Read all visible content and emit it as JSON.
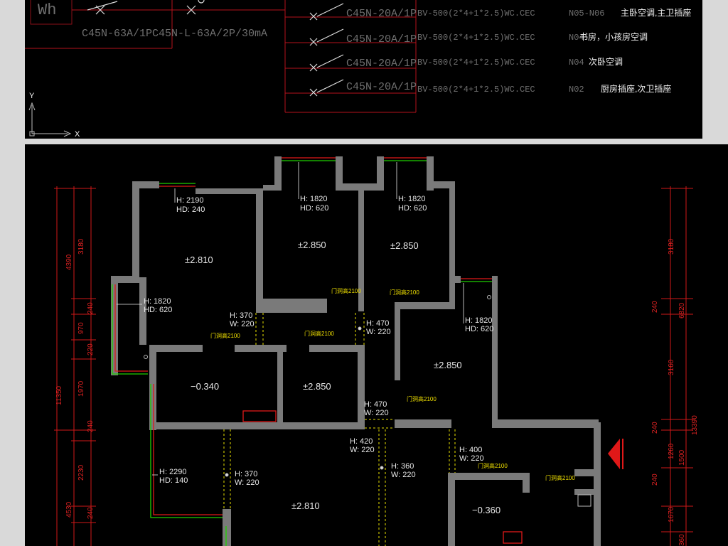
{
  "schematic": {
    "meter_label": "Wh",
    "main_breaker_label": "C45N-63A/1PC45N-L-63A/2P/30mA",
    "axis_y": "Y",
    "axis_x": "X",
    "circuits": [
      {
        "breaker": "C45N-20A/1P",
        "cable": "BV-500(2*4+1*2.5)WC.CEC",
        "circuit": "N05-N06",
        "desc": "主卧空调,主卫插座"
      },
      {
        "breaker": "C45N-20A/1P",
        "cable": "BV-500(2*4+1*2.5)WC.CEC",
        "circuit": "N04",
        "desc": "书房，小孩房空调"
      },
      {
        "breaker": "C45N-20A/1P",
        "cable": "BV-500(2*4+1*2.5)WC.CEC",
        "circuit": "N04",
        "desc": "次卧空调"
      },
      {
        "breaker": "C45N-20A/1P",
        "cable": "BV-500(2*4+1*2.5)WC.CEC",
        "circuit": "N02",
        "desc": "厨房插座,次卫插座"
      }
    ]
  },
  "plan": {
    "rooms": [
      {
        "id": "master",
        "level": "±2.810"
      },
      {
        "id": "bed2",
        "level": "±2.850"
      },
      {
        "id": "bed3",
        "level": "±2.850"
      },
      {
        "id": "bed4",
        "level": "±2.850"
      },
      {
        "id": "bath1",
        "level": "−0.340"
      },
      {
        "id": "closet",
        "level": "±2.850"
      },
      {
        "id": "living",
        "level": "±2.810"
      },
      {
        "id": "bath2",
        "level": "−0.360"
      }
    ],
    "windows": [
      {
        "id": "w1",
        "h": "H: 2190",
        "hd": "HD: 240"
      },
      {
        "id": "w2",
        "h": "H: 1820",
        "hd": "HD: 620"
      },
      {
        "id": "w3",
        "h": "H: 1820",
        "hd": "HD: 620"
      },
      {
        "id": "w4",
        "h": "H: 1820",
        "hd": "HD: 620"
      },
      {
        "id": "w5",
        "h": "H: 1820",
        "hd": "HD: 620"
      },
      {
        "id": "w6",
        "h": "H: 2290",
        "hd": "HD: 140"
      }
    ],
    "doors": [
      {
        "id": "d1",
        "h": "H: 370",
        "w": "W: 220"
      },
      {
        "id": "d2",
        "h": "H: 470",
        "w": "W: 220"
      },
      {
        "id": "d3",
        "h": "H: 470",
        "w": "W: 220"
      },
      {
        "id": "d4",
        "h": "H: 420",
        "w": "W: 220"
      },
      {
        "id": "d5",
        "h": "H: 370",
        "w": "W: 220"
      },
      {
        "id": "d6",
        "h": "H: 360",
        "w": "W: 220"
      },
      {
        "id": "d7",
        "h": "H: 400",
        "w": "W: 220"
      }
    ],
    "door_height_note": "门洞高2100",
    "dims_left_outer": [
      "4390",
      "11350",
      "4530"
    ],
    "dims_left_inner": [
      "3180",
      "240",
      "970",
      "220",
      "1970",
      "240",
      "2230",
      "240"
    ],
    "dims_right_inner": [
      "3180",
      "240",
      "3160",
      "240",
      "1260",
      "240",
      "1670",
      "360"
    ],
    "dims_right_outer": [
      "6820",
      "13390",
      "1500"
    ]
  },
  "colors": {
    "schematic_line": "#b5121b",
    "wall": "#7a7a7a",
    "window_green": "#1fd000",
    "window_red": "#e01818",
    "dim_red": "#d01818",
    "door_yellow": "#e8e000"
  }
}
